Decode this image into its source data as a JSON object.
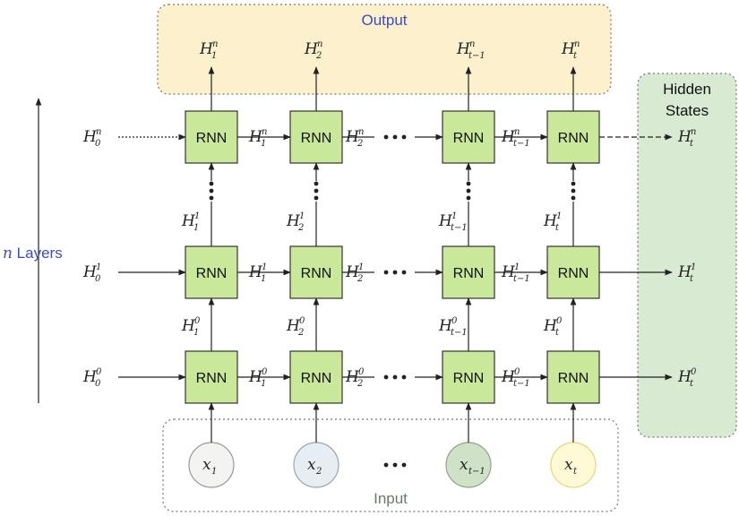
{
  "regions": {
    "output_title": "Output",
    "input_title": "Input",
    "hidden_title_line1": "Hidden",
    "hidden_title_line2": "States"
  },
  "layers_label": {
    "italic": "n",
    "text": " Layers"
  },
  "cell_label": "RNN",
  "variable": "H",
  "input_variable": "x",
  "colors": {
    "output_fill": "#fdf0cc",
    "hidden_fill": "#d9ead3",
    "rnn_fill": "#c9e89a",
    "rnn_stroke": "#333333",
    "blue_text": "#3b4cc0",
    "input_text": "#6b7b6b",
    "arrow": "#222222"
  },
  "columns": [
    {
      "sub": "1",
      "top_sup": "n"
    },
    {
      "sub": "2",
      "top_sup": "n"
    },
    {
      "sub": "t−1",
      "top_sup": "n"
    },
    {
      "sub": "t",
      "top_sup": "n"
    }
  ],
  "rows": [
    {
      "sup": "n",
      "left": {
        "sub": "0"
      },
      "between": [
        "1",
        "2",
        "t−1"
      ],
      "right": "t"
    },
    {
      "sup": "1",
      "left": {
        "sub": "0"
      },
      "between": [
        "1",
        "2",
        "t−1"
      ],
      "right": "t"
    },
    {
      "sup": "0",
      "left": {
        "sub": "0"
      },
      "between": [
        "1",
        "2",
        "t−1"
      ],
      "right": "t"
    }
  ],
  "vertical_labels": {
    "upper": {
      "sup": "1",
      "subs": [
        "1",
        "2",
        "t−1",
        "t"
      ]
    },
    "lower": {
      "sup": "0",
      "subs": [
        "1",
        "2",
        "t−1",
        "t"
      ]
    }
  },
  "inputs": [
    {
      "sub": "1",
      "fill": "#f3f4f2",
      "stroke": "#9a9a9a"
    },
    {
      "sub": "2",
      "fill": "#e6eef4",
      "stroke": "#9aa6b0"
    },
    {
      "sub": "t−1",
      "fill": "#cfe2c8",
      "stroke": "#8fa585"
    },
    {
      "sub": "t",
      "fill": "#fff9d6",
      "stroke": "#e7d77a"
    }
  ],
  "ellipsis": "•••"
}
